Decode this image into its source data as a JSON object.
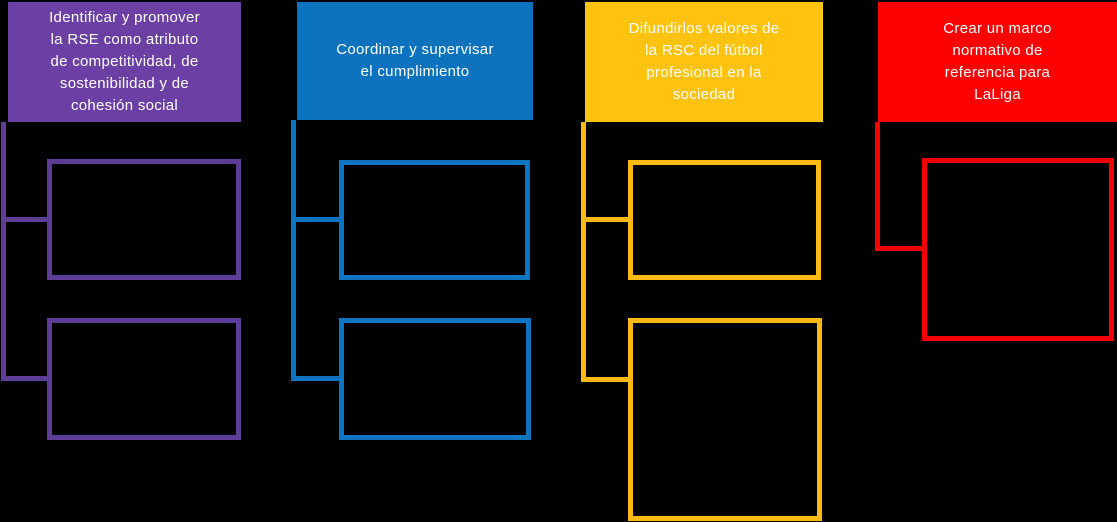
{
  "diagram": {
    "background_color": "#000000",
    "header_text_color": "#ffffff",
    "columns": [
      {
        "name": "identificar-promover-rse",
        "header_label": "Identificar y promover\nla RSE como atributo\nde competitividad, de\nsostenibilidad y de\ncohesión social",
        "fill_color": "#6b3fa3",
        "line_color": "#5d3d96",
        "child_boxes": 2
      },
      {
        "name": "coordinar-supervisar",
        "header_label": "Coordinar y supervisar\nel cumplimiento",
        "fill_color": "#0b73be",
        "line_color": "#0d74bf",
        "child_boxes": 2
      },
      {
        "name": "difundir-valores-rsc",
        "header_label": "Difundirlos valores de\nla RSC del fútbol\nprofesional en la\nsociedad",
        "fill_color": "#ffc20e",
        "line_color": "#fdb913",
        "child_boxes": 2
      },
      {
        "name": "crear-marco-normativo",
        "header_label": "Crear un marco\nnormativo de\nreferencia para\nLaLiga",
        "fill_color": "#fb0101",
        "line_color": "#f50000",
        "child_boxes": 1
      }
    ]
  }
}
